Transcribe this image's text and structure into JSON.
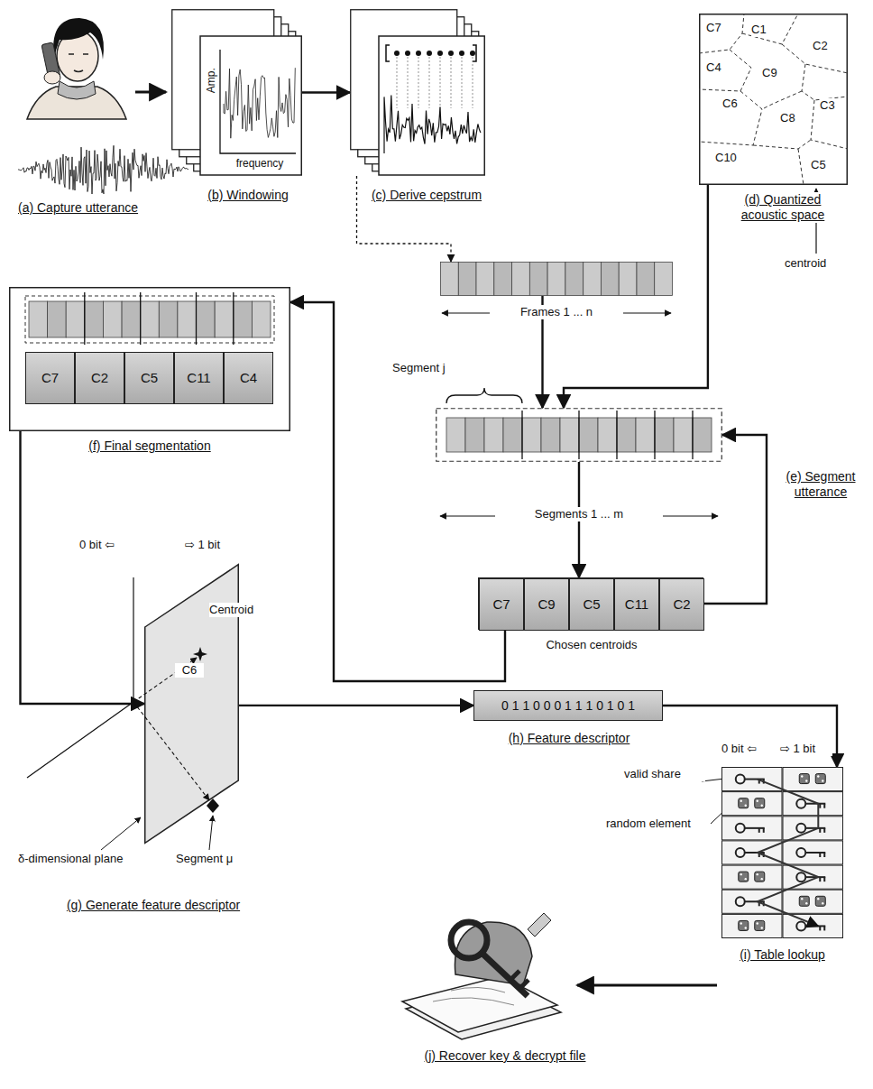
{
  "diagram": {
    "nodes": [
      {
        "text": [
          "Amp.",
          "frequency",
          "(b) Windowing"
        ]
      },
      {
        "text": [
          "(c) Derive cepstrum"
        ]
      },
      {
        "text": [
          "C7",
          "C1",
          "C2",
          "C4",
          "C9",
          "C6",
          "C8",
          "C3",
          "C10",
          "C5",
          "(d) Quantized acoustic space"
        ]
      },
      {
        "text": [
          "Frames 1 ... n"
        ]
      },
      {
        "text": [
          "(f) Final segmentation"
        ]
      },
      {
        "text": [
          "C7"
        ],
        "in": 4
      },
      {
        "text": [
          "C2"
        ],
        "in": 4
      },
      {
        "text": [
          "C5"
        ],
        "in": 4
      },
      {
        "text": [
          "C11"
        ],
        "in": 4
      },
      {
        "text": [
          "C4"
        ],
        "in": 4
      },
      {
        "text": [
          "Segment j",
          "Segments 1 ... m"
        ]
      },
      {
        "text": [
          "Chosen centroids"
        ]
      },
      {
        "text": [
          "C7"
        ],
        "in": 11
      },
      {
        "text": [
          "C9"
        ],
        "in": 11
      },
      {
        "text": [
          "C5"
        ],
        "in": 11
      },
      {
        "text": [
          "C11"
        ],
        "in": 11
      },
      {
        "text": [
          "C2"
        ],
        "in": 11
      },
      {
        "text": [
          "C6"
        ]
      },
      {
        "text": [
          "0 1 1 0 0 0 1 1 1 0 1 0 1",
          "(h) Feature descriptor"
        ]
      },
      {
        "text": [
          "(i) Table lookup"
        ]
      }
    ],
    "edges": [
      {
        "from": 0,
        "to": 1,
        "arrow": "to"
      },
      {
        "from": 1,
        "to": 3,
        "arrow": "to"
      },
      {
        "from": 3,
        "to": 10,
        "arrow": "to"
      },
      {
        "from": 2,
        "to": 10,
        "arrow": "to"
      },
      {
        "from": 10,
        "to": 11,
        "arrow": "to"
      },
      {
        "from": 11,
        "to": 10,
        "arrow": "to"
      },
      {
        "from": 11,
        "to": 4,
        "arrow": "to"
      },
      {
        "from": 4,
        "to": 17,
        "arrow": "to"
      },
      {
        "from": 17,
        "to": 18,
        "arrow": "to"
      },
      {
        "from": 18,
        "to": 19,
        "arrow": "to"
      }
    ],
    "labels": [
      "(a) Capture utterance",
      "centroid",
      "(e) Segment utterance",
      "0 bit ⇦",
      "⇨ 1 bit",
      "Centroid",
      "δ-dimensional plane",
      "Segment μ",
      "(g) Generate feature descriptor",
      "0 bit ⇦",
      "⇨ 1 bit",
      "valid share",
      "random element",
      "(j) Recover key & decrypt file"
    ]
  }
}
